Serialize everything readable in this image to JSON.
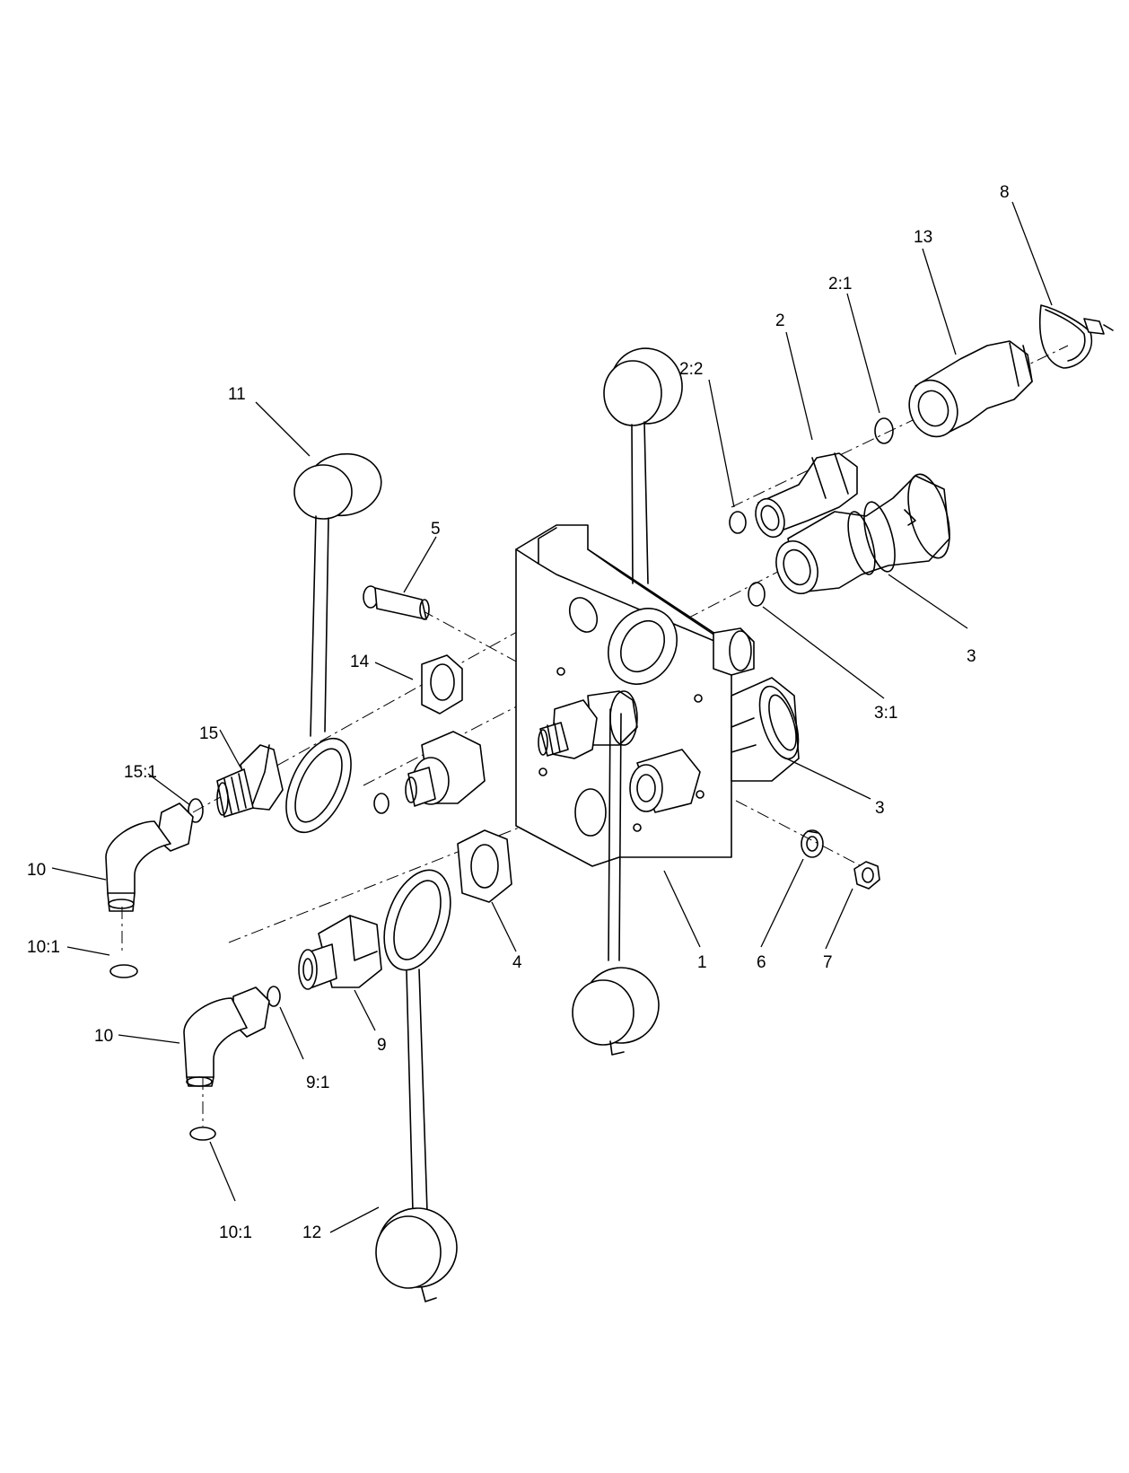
{
  "callouts": {
    "c1": "1",
    "c2": "2",
    "c2_1": "2:1",
    "c2_2": "2:2",
    "c3a": "3",
    "c3b": "3",
    "c3_1": "3:1",
    "c4": "4",
    "c5": "5",
    "c6": "6",
    "c7": "7",
    "c8": "8",
    "c9": "9",
    "c9_1": "9:1",
    "c10a": "10",
    "c10b": "10",
    "c10_1a": "10:1",
    "c10_1b": "10:1",
    "c11": "11",
    "c12": "12",
    "c13": "13",
    "c14": "14",
    "c15": "15",
    "c15_1": "15:1"
  }
}
